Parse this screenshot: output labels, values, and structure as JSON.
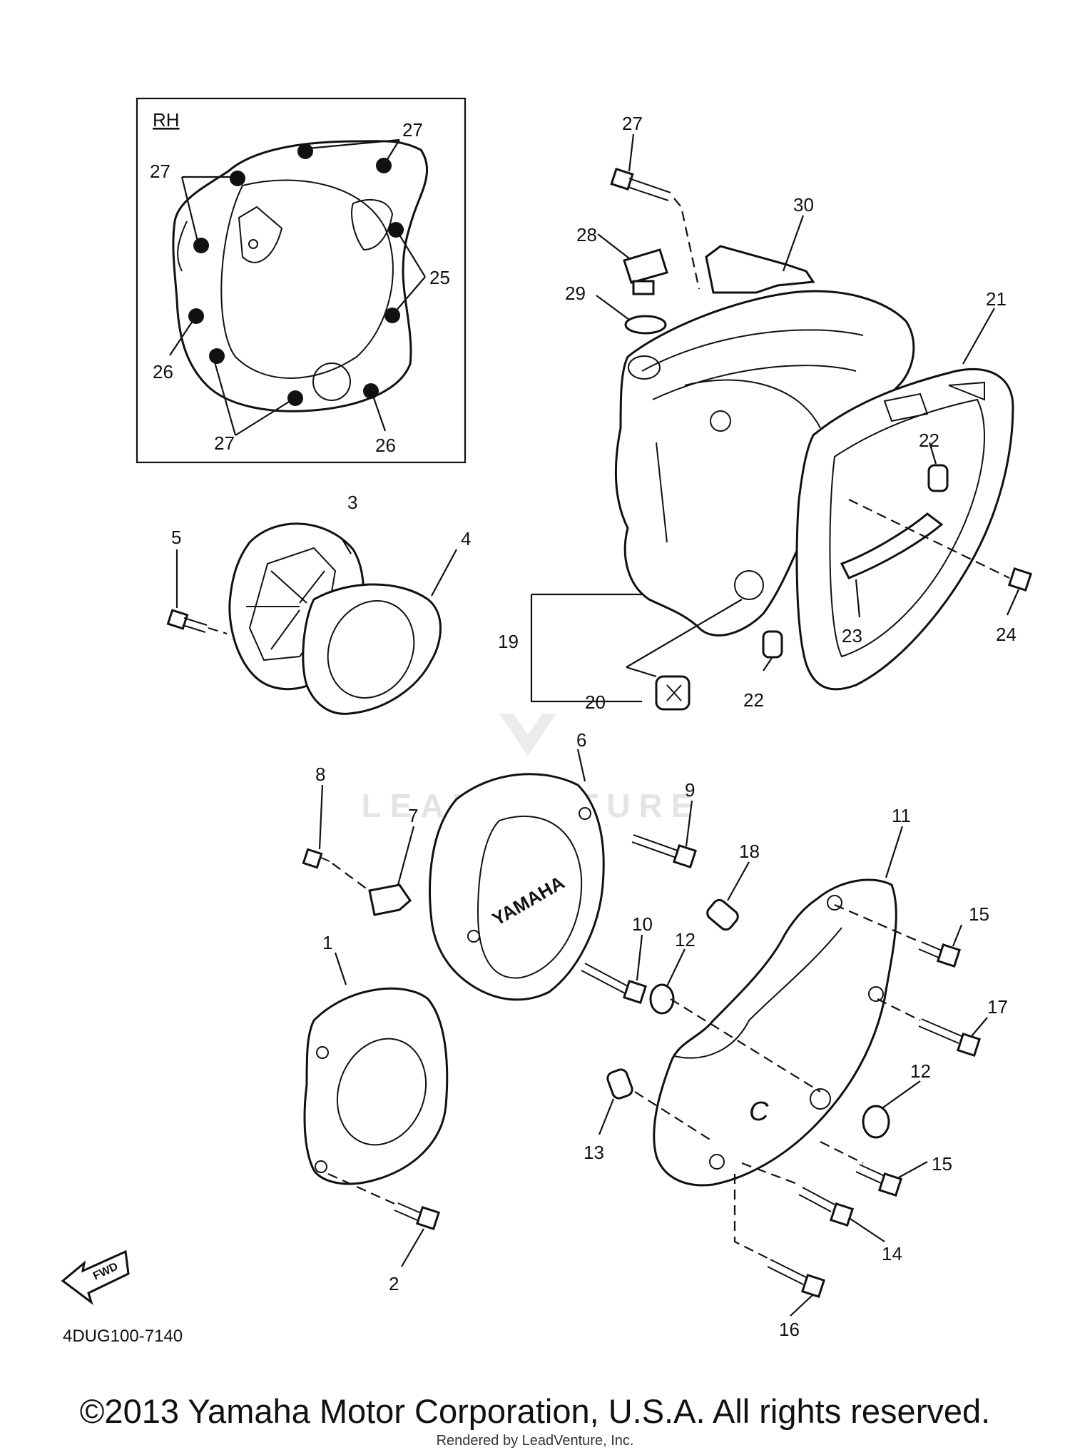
{
  "inset": {
    "label": "RH"
  },
  "parts": {
    "p1": "1",
    "p2": "2",
    "p3": "3",
    "p4": "4",
    "p5": "5",
    "p6": "6",
    "p7": "7",
    "p8": "8",
    "p9": "9",
    "p10": "10",
    "p11": "11",
    "p12": "12",
    "p13": "13",
    "p14": "14",
    "p15": "15",
    "p16": "16",
    "p17": "17",
    "p18": "18",
    "p19": "19",
    "p20": "20",
    "p21": "21",
    "p22": "22",
    "p23": "23",
    "p24": "24",
    "p25": "25",
    "p26": "26",
    "p27": "27",
    "p28": "28",
    "p29": "29",
    "p30": "30"
  },
  "cover_brand": "YAMAHA",
  "fwd_label": "FWD",
  "diagram_code": "4DUG100-7140",
  "watermark": "LEADVENTURE",
  "copyright": "©2013 Yamaha Motor Corporation, U.S.A. All rights reserved.",
  "rendered_by": "Rendered by LeadVenture, Inc."
}
